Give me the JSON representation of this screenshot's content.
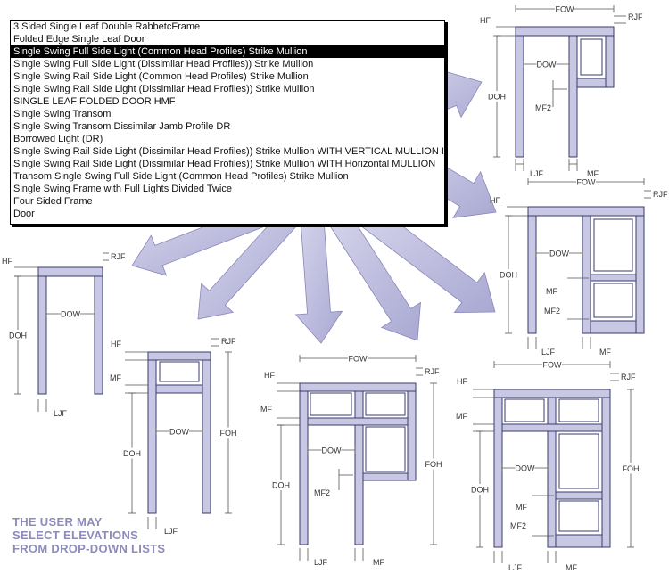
{
  "dropdown": {
    "selected_index": 2,
    "options": [
      "3 Sided Single Leaf Double RabbetcFrame",
      "Folded Edge Single Leaf Door",
      "Single Swing Full Side Light (Common Head Profiles) Strike Mullion",
      "Single Swing Full Side Light (Dissimilar Head Profiles)) Strike Mullion",
      "Single Swing Rail Side Light (Common Head Profiles) Strike Mullion",
      "Single Swing Rail Side Light (Dissimilar Head Profiles)) Strike Mullion",
      "SINGLE LEAF FOLDED DOOR HMF",
      "Single Swing Transom",
      "Single Swing Transom Dissimilar Jamb Profile DR",
      "Borrowed Light (DR)",
      "Single Swing Rail Side Light (Dissimilar Head Profiles)) Strike Mullion WITH VERTICAL MULLION IN BL",
      "Single Swing Rail Side Light (Dissimilar Head Profiles)) Strike Mullion WITH Horizontal MULLION",
      "Transom  Single Swing Full Side Light (Common Head Profiles) Strike Mullion",
      "Single Swing Frame with Full Lights Divided Twice",
      "Four Sided Frame",
      "Door"
    ]
  },
  "caption": [
    "THE USER MAY",
    "SELECT ELEVATIONS",
    "FROM DROP-DOWN LISTS"
  ],
  "labels": {
    "hf": "HF",
    "rjf": "RJF",
    "ljf": "LJF",
    "mf": "MF",
    "mf2": "MF2",
    "fow": "FOW",
    "foh": "FOH",
    "dow": "DOW",
    "doh": "DOH"
  },
  "colors": {
    "frame_fill": "#c9c8e4",
    "frame_stroke": "#3a3a6a",
    "arrow_fill": "#bab9dc",
    "dim_line": "#555555",
    "caption": "#8d8bbb"
  }
}
